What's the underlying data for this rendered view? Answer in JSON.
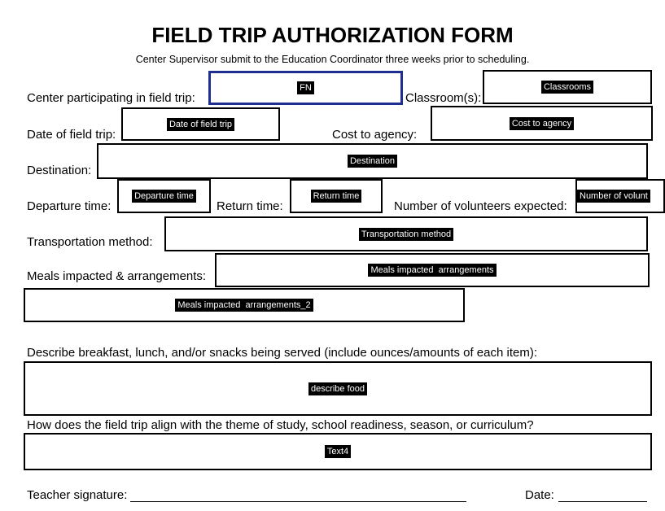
{
  "form": {
    "title": "FIELD TRIP AUTHORIZATION FORM",
    "subtitle": "Center Supervisor submit to the Education Coordinator three weeks prior to scheduling.",
    "labels": {
      "center": "Center participating in field trip:",
      "classrooms": "Classroom(s):",
      "date": "Date of field trip:",
      "cost": "Cost to agency:",
      "destination": "Destination:",
      "departure": "Departure time:",
      "return_time": "Return time:",
      "volunteers": "Number of volunteers expected:",
      "transportation": "Transportation method:",
      "meals": "Meals impacted & arrangements:",
      "describe_food": "Describe breakfast, lunch, and/or snacks being served (include ounces/amounts of each item):",
      "theme_align": "How does the field trip align with the theme of study, school readiness, season, or curriculum?",
      "teacher_signature": "Teacher signature:",
      "sign_date": "Date:"
    },
    "fields": {
      "fn": "FN",
      "classrooms": "Classrooms",
      "date": "Date of field trip",
      "cost": "Cost to agency",
      "destination": "Destination",
      "departure": "Departure time",
      "return_time": "Return time",
      "volunteers": "Number of volunt",
      "transportation": "Transportation method",
      "meals1": "Meals impacted  arrangements",
      "meals2": "Meals impacted  arrangements_2",
      "describe": "describe food",
      "text4": "Text4"
    },
    "colors": {
      "focus_border": "#1F2F8F",
      "field_border": "#000000",
      "field_tag_bg": "#000000",
      "field_tag_fg": "#FFFFFF"
    }
  }
}
